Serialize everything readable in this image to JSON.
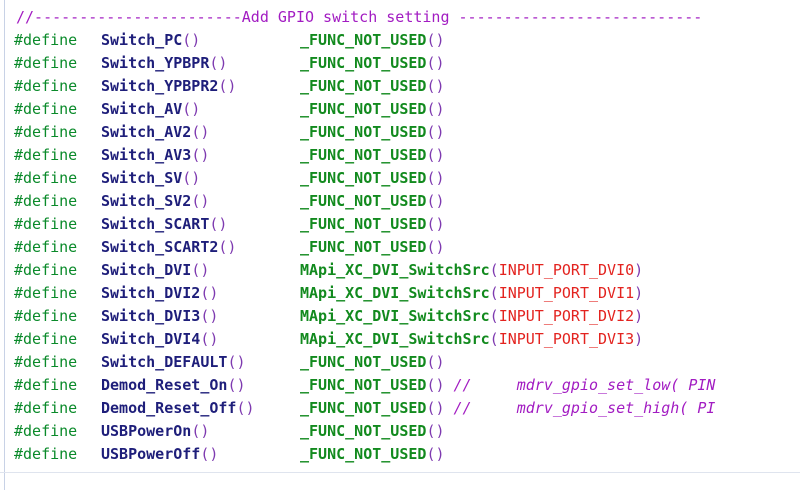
{
  "header_comment": "//-----------------------Add GPIO switch setting ---------------------------",
  "define_keyword": "#define",
  "lines": [
    {
      "name": "Switch_PC",
      "name_parens": "()",
      "func": "_FUNC_NOT_USED",
      "open": "(",
      "arg": "",
      "close": ")",
      "comment": ""
    },
    {
      "name": "Switch_YPBPR",
      "name_parens": "()",
      "func": "_FUNC_NOT_USED",
      "open": "(",
      "arg": "",
      "close": ")",
      "comment": ""
    },
    {
      "name": "Switch_YPBPR2",
      "name_parens": "()",
      "func": "_FUNC_NOT_USED",
      "open": "(",
      "arg": "",
      "close": ")",
      "comment": ""
    },
    {
      "name": "Switch_AV",
      "name_parens": "()",
      "func": "_FUNC_NOT_USED",
      "open": "(",
      "arg": "",
      "close": ")",
      "comment": ""
    },
    {
      "name": "Switch_AV2",
      "name_parens": "()",
      "func": "_FUNC_NOT_USED",
      "open": "(",
      "arg": "",
      "close": ")",
      "comment": ""
    },
    {
      "name": "Switch_AV3",
      "name_parens": "()",
      "func": "_FUNC_NOT_USED",
      "open": "(",
      "arg": "",
      "close": ")",
      "comment": ""
    },
    {
      "name": "Switch_SV",
      "name_parens": "()",
      "func": "_FUNC_NOT_USED",
      "open": "(",
      "arg": "",
      "close": ")",
      "comment": ""
    },
    {
      "name": "Switch_SV2",
      "name_parens": "()",
      "func": "_FUNC_NOT_USED",
      "open": "(",
      "arg": "",
      "close": ")",
      "comment": ""
    },
    {
      "name": "Switch_SCART",
      "name_parens": "()",
      "func": "_FUNC_NOT_USED",
      "open": "(",
      "arg": "",
      "close": ")",
      "comment": ""
    },
    {
      "name": "Switch_SCART2",
      "name_parens": "()",
      "func": "_FUNC_NOT_USED",
      "open": "(",
      "arg": "",
      "close": ")",
      "comment": ""
    },
    {
      "name": "Switch_DVI",
      "name_parens": "()",
      "func": "MApi_XC_DVI_SwitchSrc",
      "open": "(",
      "arg": "INPUT_PORT_DVI0",
      "close": ")",
      "comment": ""
    },
    {
      "name": "Switch_DVI2",
      "name_parens": "()",
      "func": "MApi_XC_DVI_SwitchSrc",
      "open": "(",
      "arg": "INPUT_PORT_DVI1",
      "close": ")",
      "comment": ""
    },
    {
      "name": "Switch_DVI3",
      "name_parens": "()",
      "func": "MApi_XC_DVI_SwitchSrc",
      "open": "(",
      "arg": "INPUT_PORT_DVI2",
      "close": ")",
      "comment": ""
    },
    {
      "name": "Switch_DVI4",
      "name_parens": "()",
      "func": "MApi_XC_DVI_SwitchSrc",
      "open": "(",
      "arg": "INPUT_PORT_DVI3",
      "close": ")",
      "comment": ""
    },
    {
      "name": "Switch_DEFAULT",
      "name_parens": "()",
      "func": "_FUNC_NOT_USED",
      "open": "(",
      "arg": "",
      "close": ")",
      "comment": ""
    },
    {
      "name": "Demod_Reset_On",
      "name_parens": "()",
      "func": "_FUNC_NOT_USED",
      "open": "(",
      "arg": "",
      "close": ")",
      "comment": "//     mdrv_gpio_set_low( PIN"
    },
    {
      "name": "Demod_Reset_Off",
      "name_parens": "()",
      "func": "_FUNC_NOT_USED",
      "open": "(",
      "arg": "",
      "close": ")",
      "comment": "//     mdrv_gpio_set_high( PI"
    },
    {
      "name": "USBPowerOn",
      "name_parens": "()",
      "func": "_FUNC_NOT_USED",
      "open": "(",
      "arg": "",
      "close": ")",
      "comment": ""
    },
    {
      "name": "USBPowerOff",
      "name_parens": "()",
      "func": "_FUNC_NOT_USED",
      "open": "(",
      "arg": "",
      "close": ")",
      "comment": ""
    }
  ]
}
